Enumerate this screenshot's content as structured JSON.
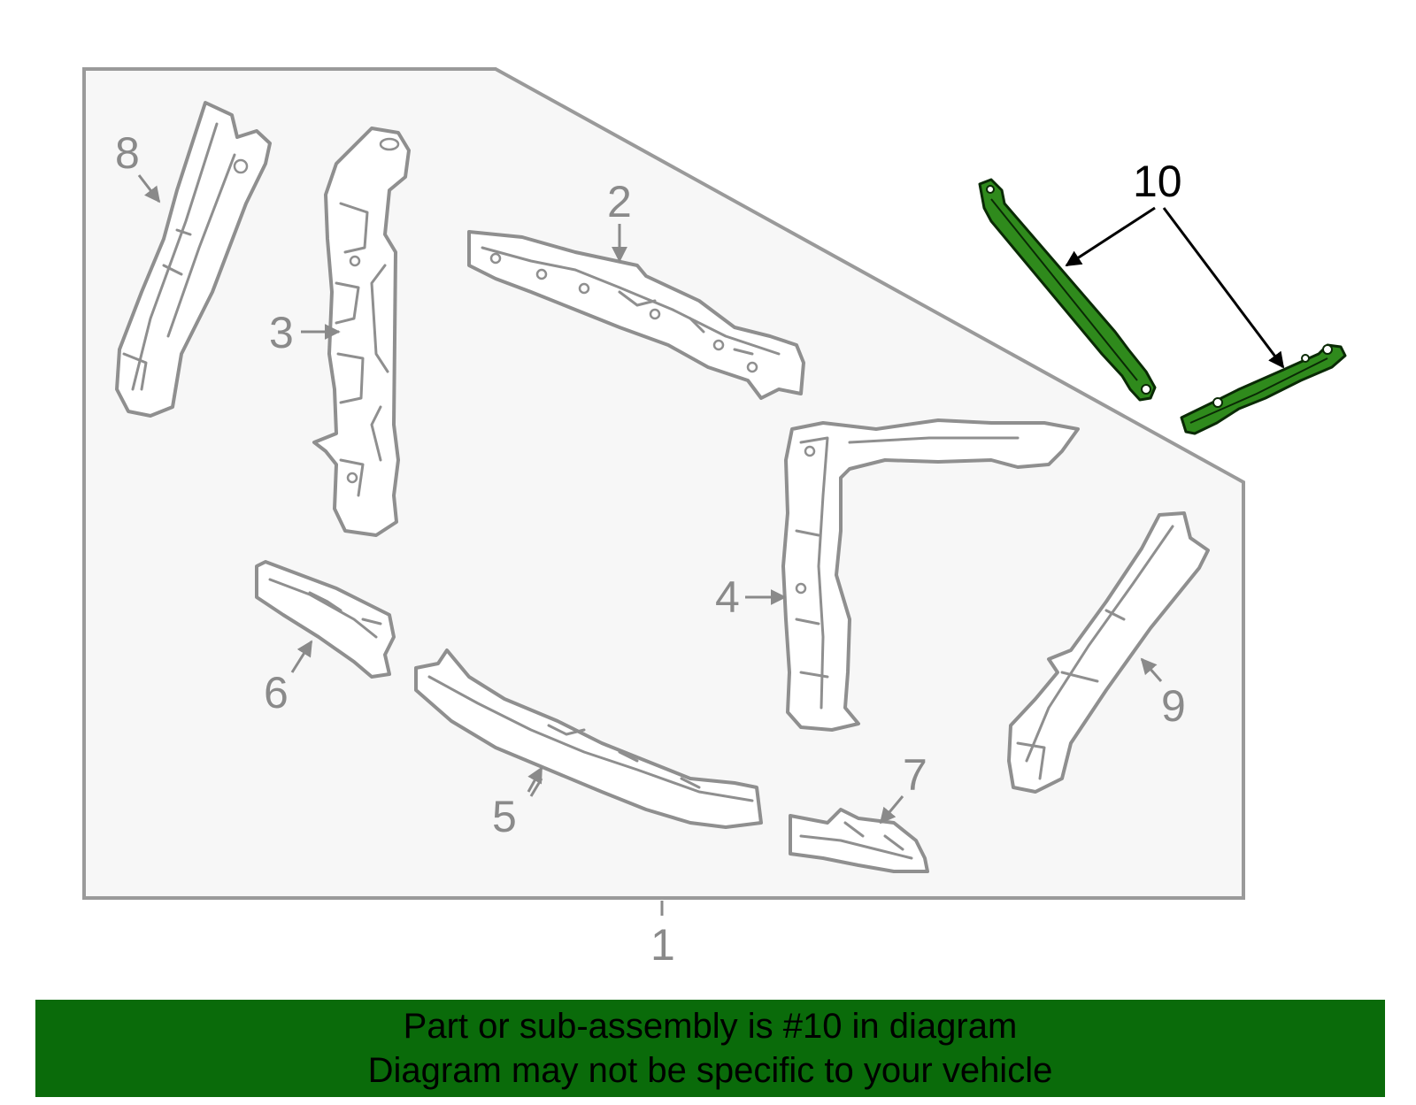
{
  "diagram": {
    "callouts": {
      "c1": "1",
      "c2": "2",
      "c3": "3",
      "c4": "4",
      "c5": "5",
      "c6": "6",
      "c7": "7",
      "c8": "8",
      "c9": "9",
      "c10": "10"
    },
    "highlight_color": "#2f8a1c",
    "panel_color": "#f7f7f7"
  },
  "banner": {
    "line1": "Part or sub-assembly is #10 in diagram",
    "line2": "Diagram may not be specific to your vehicle",
    "background": "#0a6b0a"
  }
}
